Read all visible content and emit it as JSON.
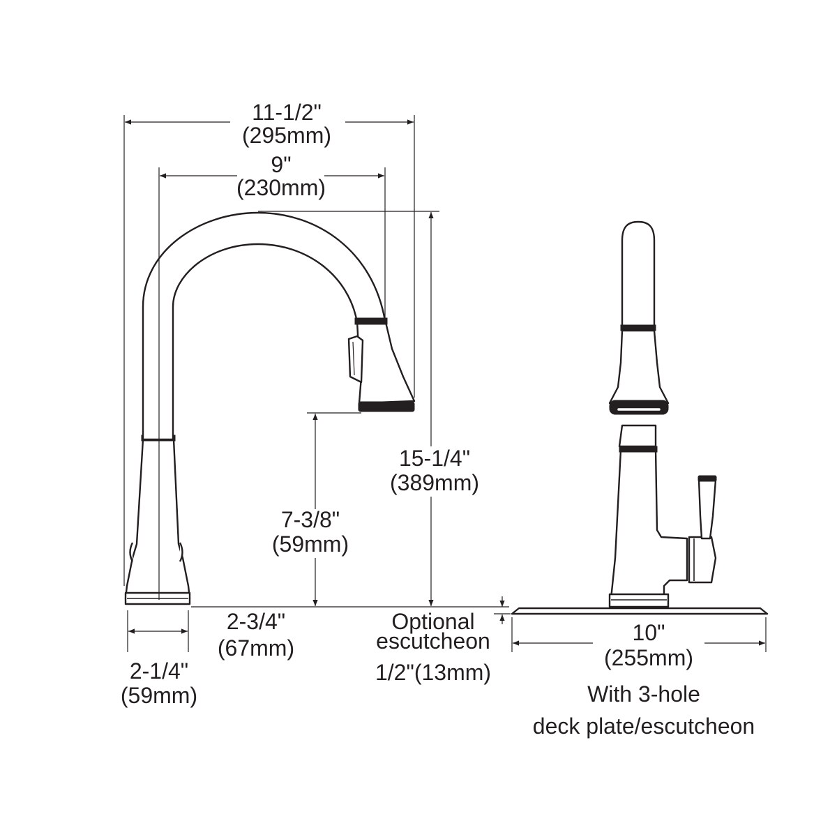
{
  "dimensions": {
    "overall_reach": {
      "imperial": "11-1/2\"",
      "metric": "(295mm)"
    },
    "spout_reach": {
      "imperial": "9\"",
      "metric": "(230mm)"
    },
    "overall_height": {
      "imperial": "15-1/4\"",
      "metric": "(389mm)"
    },
    "spout_height": {
      "imperial": "7-3/8\"",
      "metric": "(59mm)"
    },
    "base_offset": {
      "imperial": "2-3/4\"",
      "metric": "(67mm)"
    },
    "base_diameter": {
      "imperial": "2-1/4\"",
      "metric": "(59mm)"
    },
    "escutcheon_thickness": {
      "line1": "Optional",
      "line2": "escutcheon",
      "line3": "1/2\"(13mm)"
    },
    "deck_plate_width": {
      "imperial": "10\"",
      "metric": "(255mm)"
    }
  },
  "notes": {
    "deck_plate_line1": "With 3-hole",
    "deck_plate_line2": "deck plate/escutcheon"
  }
}
